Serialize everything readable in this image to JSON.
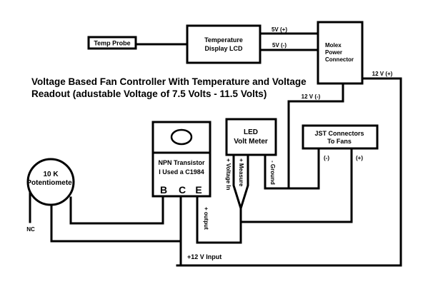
{
  "title": {
    "line1": "Voltage Based Fan Controller With Temperature and Voltage",
    "line2": "Readout (adustable Voltage of 7.5 Volts - 11.5 Volts)"
  },
  "components": {
    "temp_probe": "Temp Probe",
    "lcd": {
      "line1": "Temperature",
      "line2": "Display LCD"
    },
    "molex": {
      "line1": "Molex",
      "line2": "Power",
      "line3": "Connector"
    },
    "transistor": {
      "line1": "NPN Transistor",
      "line2": "I Used a C1984",
      "pin_b": "B",
      "pin_c": "C",
      "pin_e": "E"
    },
    "potentiometer": {
      "line1": "10 K",
      "line2": "Potentiometer"
    },
    "volt_meter": {
      "line1": "LED",
      "line2": "Volt Meter"
    },
    "jst": {
      "line1": "JST Connectors",
      "line2": "To Fans"
    }
  },
  "wire_labels": {
    "v5_plus": "5V (+)",
    "v5_minus": "5V (-)",
    "v12_plus": "12 V (+)",
    "v12_minus": "12 V (-)",
    "voltage_in": "+ Voltage In",
    "measure": "+ Measure",
    "ground": "- Ground",
    "jst_minus": "(-)",
    "jst_plus": "(+)",
    "output": "+ output",
    "input_12v": "+12 V Input",
    "nc": "NC"
  }
}
